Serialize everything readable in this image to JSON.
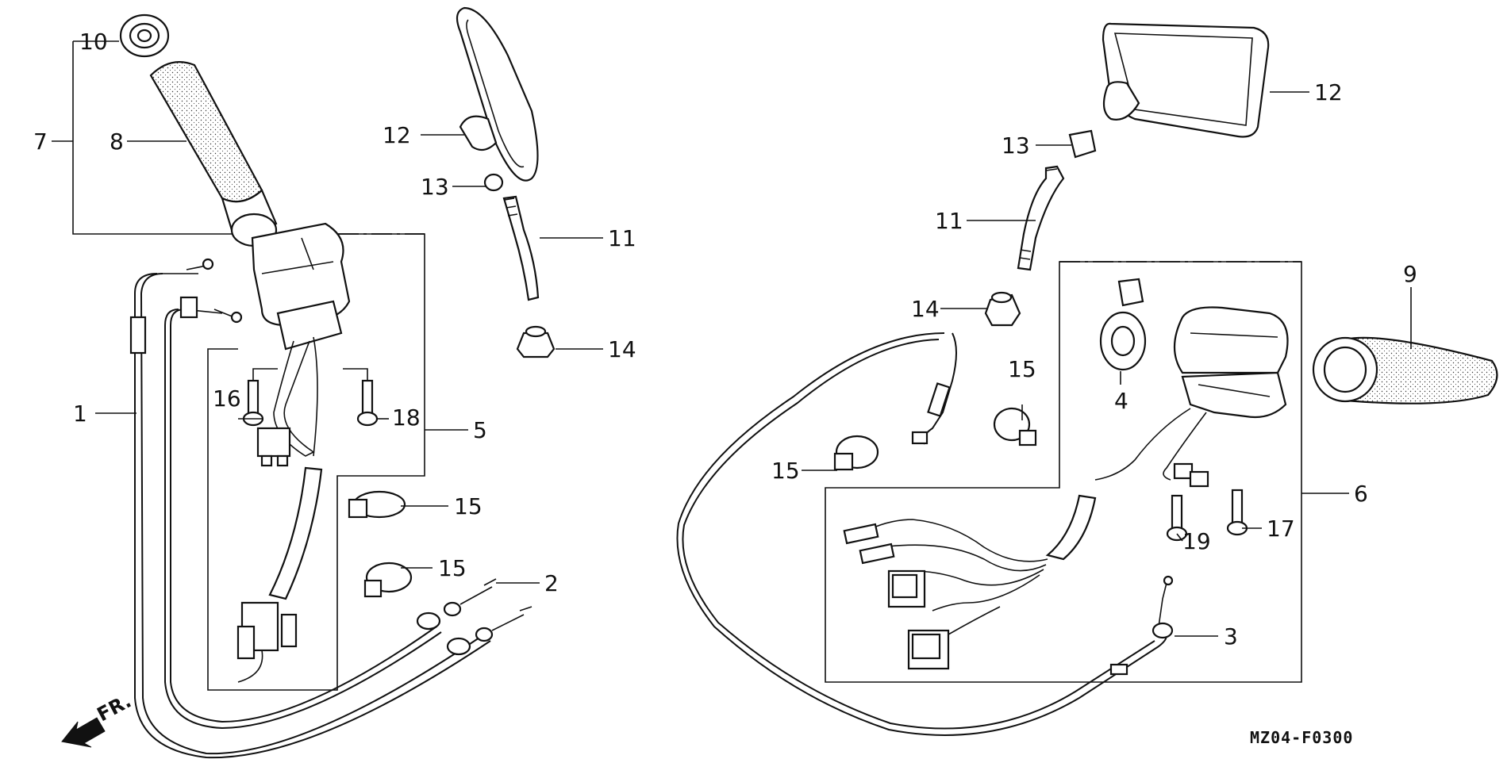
{
  "diagram": {
    "code": "MZ04-F0300",
    "direction": "FR.",
    "callouts": [
      "1",
      "2",
      "3",
      "4",
      "5",
      "6",
      "7",
      "8",
      "9",
      "10",
      "11",
      "12",
      "13",
      "14",
      "15",
      "16",
      "17",
      "18",
      "19"
    ]
  }
}
